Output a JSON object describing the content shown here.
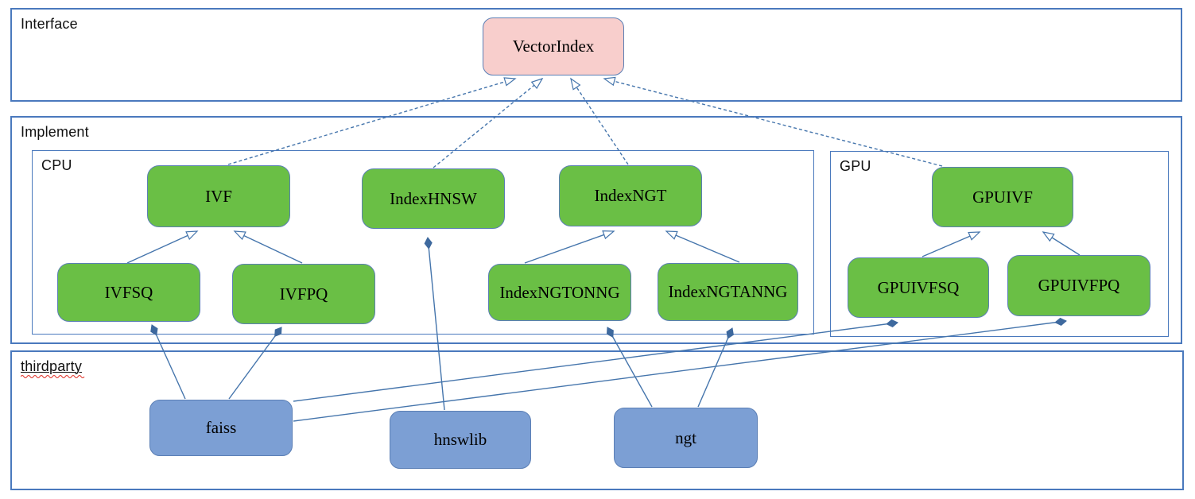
{
  "diagram": {
    "containers": {
      "interface": {
        "label": "Interface"
      },
      "implement": {
        "label": "Implement"
      },
      "cpu": {
        "label": "CPU"
      },
      "gpu": {
        "label": "GPU"
      },
      "thirdparty": {
        "label": "thirdparty"
      }
    },
    "nodes": {
      "vectorindex": {
        "label": "VectorIndex",
        "fill": "#f8cecc"
      },
      "ivf": {
        "label": "IVF",
        "fill": "#6abf45"
      },
      "indexhnsw": {
        "label": "IndexHNSW",
        "fill": "#6abf45"
      },
      "indexngt": {
        "label": "IndexNGT",
        "fill": "#6abf45"
      },
      "ivfsq": {
        "label": "IVFSQ",
        "fill": "#6abf45"
      },
      "ivfpq": {
        "label": "IVFPQ",
        "fill": "#6abf45"
      },
      "indexngtonng": {
        "label": "IndexNGTONNG",
        "fill": "#6abf45"
      },
      "indexngtanng": {
        "label": "IndexNGTANNG",
        "fill": "#6abf45"
      },
      "gpuivf": {
        "label": "GPUIVF",
        "fill": "#6abf45"
      },
      "gpuivfsq": {
        "label": "GPUIVFSQ",
        "fill": "#6abf45"
      },
      "gpuivfpq": {
        "label": "GPUIVFPQ",
        "fill": "#6abf45"
      },
      "faiss": {
        "label": "faiss",
        "fill": "#7c9fd4"
      },
      "hnswlib": {
        "label": "hnswlib",
        "fill": "#7c9fd4"
      },
      "ngt": {
        "label": "ngt",
        "fill": "#7c9fd4"
      }
    },
    "edges": [
      {
        "from": "ivf",
        "to": "vectorindex",
        "type": "realization-dashed-hollow-arrow"
      },
      {
        "from": "indexhnsw",
        "to": "vectorindex",
        "type": "realization-dashed-hollow-arrow"
      },
      {
        "from": "indexngt",
        "to": "vectorindex",
        "type": "realization-dashed-hollow-arrow"
      },
      {
        "from": "gpuivf",
        "to": "vectorindex",
        "type": "realization-dashed-hollow-arrow"
      },
      {
        "from": "ivfsq",
        "to": "ivf",
        "type": "generalization-hollow-arrow"
      },
      {
        "from": "ivfpq",
        "to": "ivf",
        "type": "generalization-hollow-arrow"
      },
      {
        "from": "indexngtonng",
        "to": "indexngt",
        "type": "generalization-hollow-arrow"
      },
      {
        "from": "indexngtanng",
        "to": "indexngt",
        "type": "generalization-hollow-arrow"
      },
      {
        "from": "gpuivfsq",
        "to": "gpuivf",
        "type": "generalization-hollow-arrow"
      },
      {
        "from": "gpuivfpq",
        "to": "gpuivf",
        "type": "generalization-hollow-arrow"
      },
      {
        "from": "faiss",
        "to": "ivfsq",
        "type": "composition-filled-diamond"
      },
      {
        "from": "faiss",
        "to": "ivfpq",
        "type": "composition-filled-diamond"
      },
      {
        "from": "faiss",
        "to": "gpuivfsq",
        "type": "composition-filled-diamond"
      },
      {
        "from": "faiss",
        "to": "gpuivfpq",
        "type": "composition-filled-diamond"
      },
      {
        "from": "hnswlib",
        "to": "indexhnsw",
        "type": "composition-filled-diamond"
      },
      {
        "from": "ngt",
        "to": "indexngtonng",
        "type": "composition-filled-diamond"
      },
      {
        "from": "ngt",
        "to": "indexngtanng",
        "type": "composition-filled-diamond"
      }
    ],
    "colors": {
      "node_green": "#6abf45",
      "node_blue": "#7c9fd4",
      "node_pink": "#f8cecc",
      "node_border": "#5b7fb5",
      "container_border": "#4a79bd",
      "connector": "#4575ac",
      "spellcheck_squiggle": "#e0342b",
      "text": "#000000"
    }
  }
}
